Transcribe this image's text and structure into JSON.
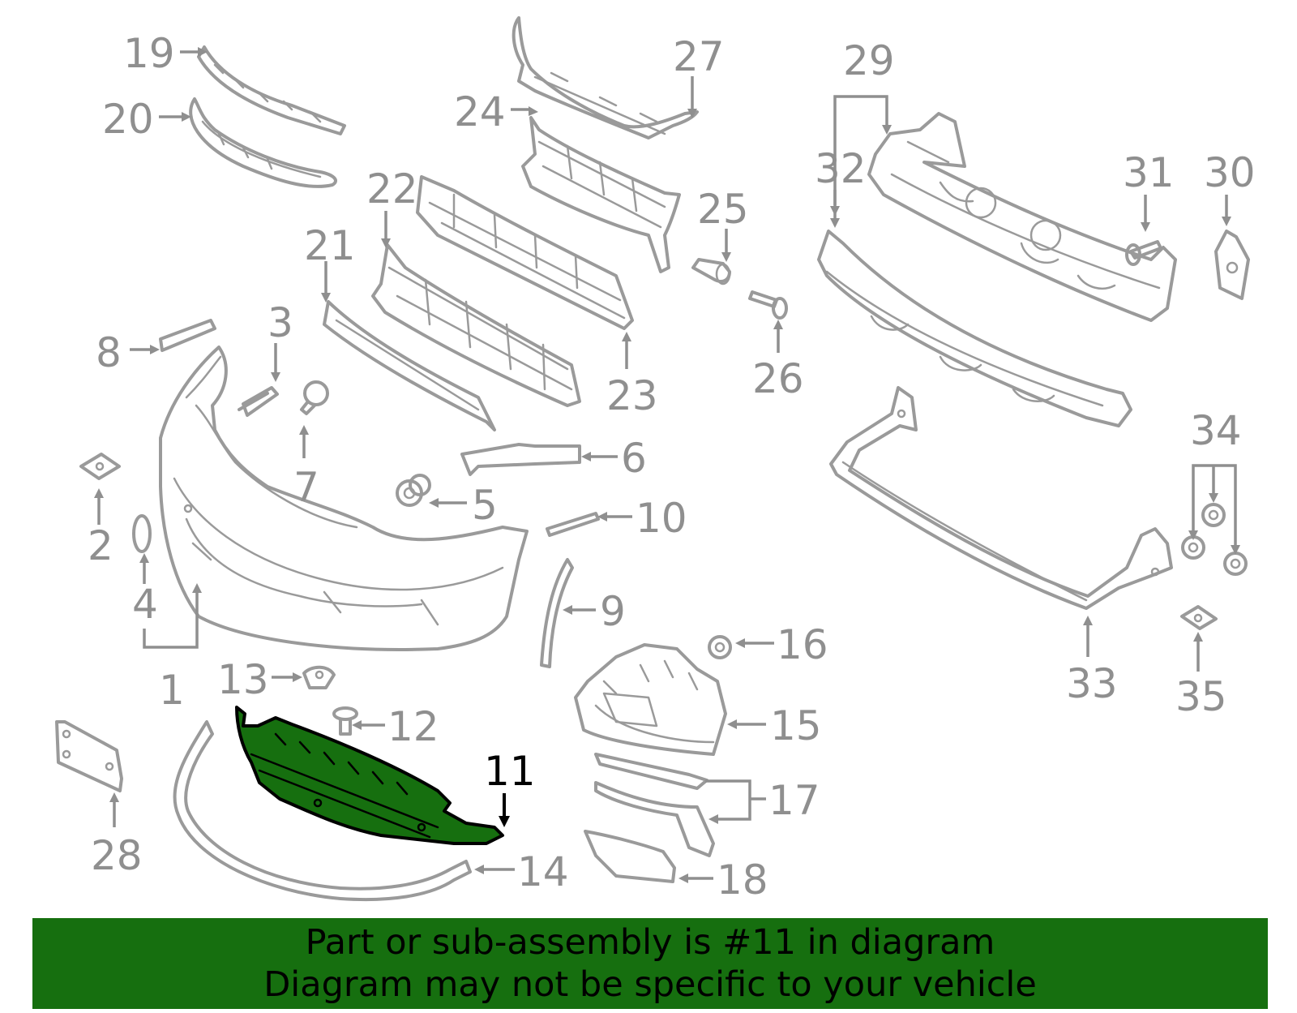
{
  "labels": {
    "p1": "1",
    "p2": "2",
    "p3": "3",
    "p4": "4",
    "p5": "5",
    "p6": "6",
    "p7": "7",
    "p8": "8",
    "p9": "9",
    "p10": "10",
    "p11": "11",
    "p12": "12",
    "p13": "13",
    "p14": "14",
    "p15": "15",
    "p16": "16",
    "p17": "17",
    "p18": "18",
    "p19": "19",
    "p20": "20",
    "p21": "21",
    "p22": "22",
    "p23": "23",
    "p24": "24",
    "p25": "25",
    "p26": "26",
    "p27": "27",
    "p28": "28",
    "p29": "29",
    "p30": "30",
    "p31": "31",
    "p32": "32",
    "p33": "33",
    "p34": "34",
    "p35": "35"
  },
  "highlighted_part": "11",
  "colors": {
    "highlight": "#166f0f",
    "outline": "#9a9a9a",
    "text_dark": "#000000"
  },
  "banner": {
    "line1": "Part or sub-assembly is #11 in diagram",
    "line2": "Diagram may not be specific to your vehicle"
  }
}
